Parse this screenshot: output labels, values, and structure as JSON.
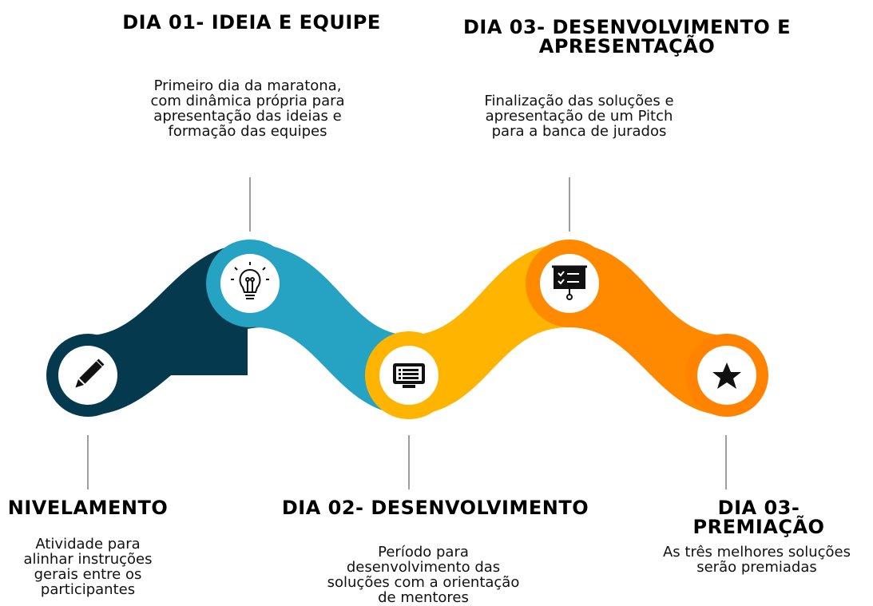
{
  "steps": [
    {
      "id": "nivelamento",
      "title": "NIVELAMENTO",
      "desc_lines": [
        "Atividade para",
        "alinhar instruções",
        "gerais entre os",
        "participantes"
      ],
      "icon": "pencil-icon",
      "color": "#053a4e"
    },
    {
      "id": "dia01",
      "title": "DIA 01- IDEIA E EQUIPE",
      "desc_lines": [
        "Primeiro dia da maratona,",
        "com dinâmica própria para",
        "apresentação das ideias e",
        "formação das equipes"
      ],
      "icon": "lightbulb-icon",
      "color": "#26a3c2"
    },
    {
      "id": "dia02",
      "title": "DIA 02- DESENVOLVIMENTO",
      "desc_lines": [
        "Período para",
        "desenvolvimento das",
        "soluções com a orientação",
        "de mentores"
      ],
      "icon": "monitor-list-icon",
      "color": "#ffb400"
    },
    {
      "id": "dia03a",
      "title_lines": [
        "DIA 03- DESENVOLVIMENTO E",
        "APRESENTAÇÃO"
      ],
      "desc_lines": [
        "Finalização das soluções e",
        "apresentação de um Pitch",
        "para a banca de jurados"
      ],
      "icon": "presentation-board-icon",
      "color": "#ff8a00"
    },
    {
      "id": "dia03b",
      "title": "DIA 03- PREMIAÇÃO",
      "desc_lines": [
        "As três melhores soluções",
        "serão premiadas"
      ],
      "icon": "star-icon",
      "color": "#ff8200"
    }
  ]
}
